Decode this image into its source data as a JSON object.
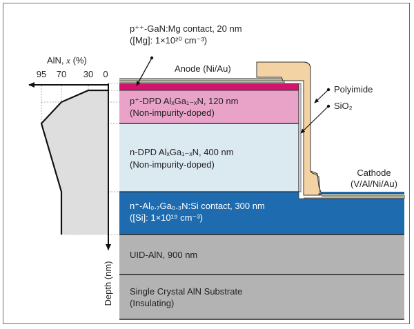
{
  "figure": {
    "profile_axis": {
      "x_label_prefix": "AlN, ",
      "x_label_var": "x",
      "x_label_suffix": " (%)",
      "x_ticks": [
        "95",
        "70",
        "30",
        "0"
      ],
      "y_label": "Depth (nm)"
    },
    "profile_data": {
      "description": "AlN mole fraction x vs depth",
      "points": [
        {
          "layer": "p++-GaN",
          "x_percent": 0
        },
        {
          "layer": "p-DPD top",
          "x_percent": 30
        },
        {
          "layer": "p-DPD bottom",
          "x_percent": 70
        },
        {
          "layer": "p/n interface",
          "x_percent": 95
        },
        {
          "layer": "n-DPD bottom",
          "x_percent": 70
        },
        {
          "layer": "n+ contact",
          "x_percent": 70
        }
      ]
    },
    "callouts": {
      "pgan_line1": "p⁺⁺-GaN:Mg contact, 20 nm",
      "pgan_line2": "([Mg]: 1×10²⁰ cm⁻³)",
      "anode": "Anode (Ni/Au)",
      "polyimide": "Polyimide",
      "sio2": "SiO₂",
      "cathode_line1": "Cathode",
      "cathode_line2": "(V/Al/Ni/Au)"
    },
    "layers": [
      {
        "id": "p-dpd",
        "line1": "p⁺-DPD AlₓGa₁₋ₓN, 120 nm",
        "line2": "(Non-impurity-doped)",
        "color": "#e9a3c9"
      },
      {
        "id": "n-dpd",
        "line1": "n-DPD AlₓGa₁₋ₓN, 400 nm",
        "line2": "(Non-impurity-doped)",
        "color": "#dbe9f1"
      },
      {
        "id": "n-contact",
        "line1": "n⁺-Al₀.₇Ga₀.₃N:Si contact, 300 nm",
        "line2": "([Si]: 1×10¹⁹ cm⁻³)",
        "color": "#1e6bb0"
      },
      {
        "id": "uid-aln",
        "line1": "UID-AlN, 900 nm",
        "line2": "",
        "color": "#b3b3b3"
      },
      {
        "id": "substrate",
        "line1": "Single Crystal AlN Substrate",
        "line2": "(Insulating)",
        "color": "#b3b3b3"
      }
    ],
    "colors": {
      "pgan": "#d3146f",
      "polyimide": "#f3d3a3",
      "metal": "#c9c9b4",
      "profile_fill": "#dedede"
    }
  }
}
